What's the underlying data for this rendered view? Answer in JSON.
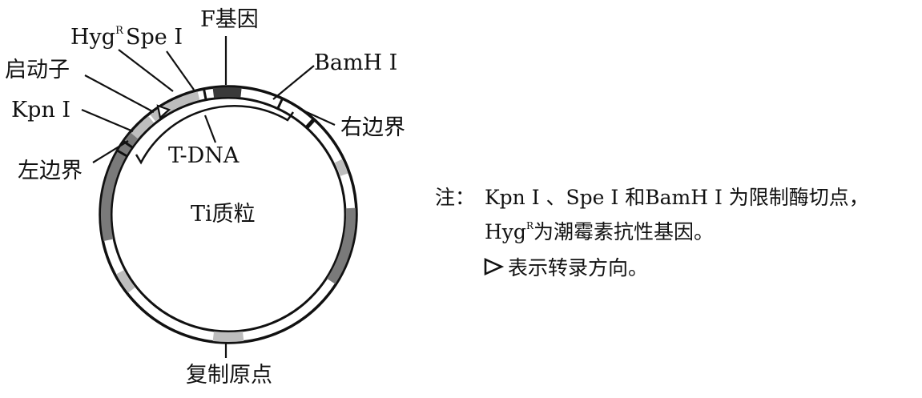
{
  "diagram": {
    "plasmid_name": "Ti质粒",
    "labels": {
      "f_gene": "F基因",
      "hyg": "Hyg",
      "hyg_sup": "R",
      "spe": "Spe Ⅰ",
      "promoter": "启动子",
      "kpn": "Kpn Ⅰ",
      "left_border": "左边界",
      "bamh": "BamH Ⅰ",
      "right_border": "右边界",
      "tdna": "T-DNA",
      "ori": "复制原点"
    },
    "note": {
      "line1_prefix": "注：",
      "line1_text": "Kpn Ⅰ 、Spe Ⅰ 和BamH Ⅰ 为限制酶切点，",
      "line2_hyg": "Hyg",
      "line2_sup": "R",
      "line2_text": "为潮霉素抗性基因。",
      "line3_text": "表示转录方向。"
    },
    "colors": {
      "line": "#111111",
      "ring_fill": "#ffffff",
      "dark_segment": "#3a3a3a",
      "gray_segment": "#7a7a7a",
      "light_segment": "#bdbdbd"
    },
    "icons": [
      "transcription-arrow-icon"
    ]
  }
}
